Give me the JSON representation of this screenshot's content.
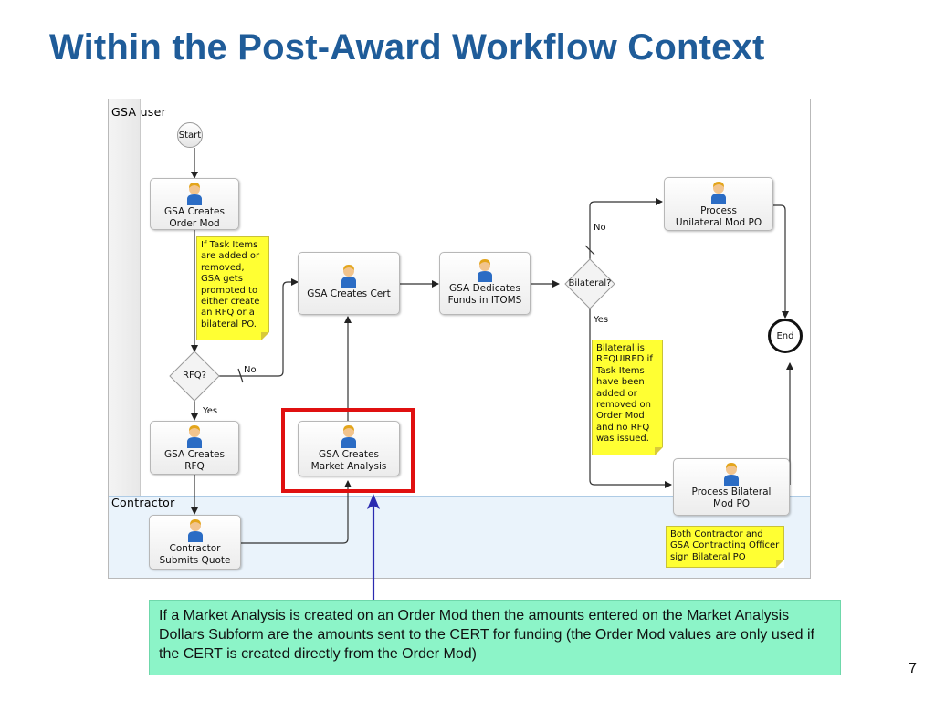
{
  "slide": {
    "title": "Within the Post-Award Workflow Context",
    "page_number": "7"
  },
  "diagram": {
    "lanes": {
      "gsa_user": "GSA user",
      "contractor": "Contractor"
    },
    "start": "Start",
    "end": "End",
    "tasks": {
      "gsa_creates_order_mod": "GSA Creates\nOrder Mod",
      "gsa_creates_cert": "GSA Creates Cert",
      "gsa_dedicates_funds": "GSA Dedicates\nFunds in ITOMS",
      "process_unilateral": "Process\nUnilateral Mod PO",
      "gsa_creates_rfq": "GSA Creates\nRFQ",
      "gsa_creates_market_analysis": "GSA Creates\nMarket Analysis",
      "contractor_submits_quote": "Contractor\nSubmits Quote",
      "process_bilateral": "Process Bilateral\nMod PO"
    },
    "decisions": {
      "rfq": "RFQ?",
      "bilateral": "Bilateral?"
    },
    "edge_labels": {
      "rfq_no": "No",
      "rfq_yes": "Yes",
      "bilateral_no": "No",
      "bilateral_yes": "Yes"
    },
    "notes": {
      "task_items_note": "If Task Items\nare added or\nremoved,\nGSA gets\nprompted to\neither create\nan RFQ or a\nbilateral PO.",
      "bilateral_required_note": "Bilateral is\nREQUIRED if\nTask Items\nhave been\nadded or\nremoved on\nOrder Mod\nand no RFQ\nwas issued.",
      "both_sign_note": "Both Contractor and\nGSA Contracting Officer\nsign Bilateral PO"
    }
  },
  "callout": {
    "text": "If a Market Analysis is created on an Order Mod then the amounts entered on the Market Analysis Dollars Subform are the amounts sent to the CERT for funding (the Order Mod values are only used if the CERT is created directly from the Order Mod)"
  },
  "colors": {
    "title": "#1f5c99",
    "highlight": "#e01010",
    "callout_fill": "#8cf4c8",
    "note_fill": "#ffff33",
    "callout_arrow": "#2b2bb0",
    "contractor_lane": "#eaf3fb"
  },
  "icons": {
    "task": "person-icon",
    "arrow": "arrow-up-icon"
  }
}
